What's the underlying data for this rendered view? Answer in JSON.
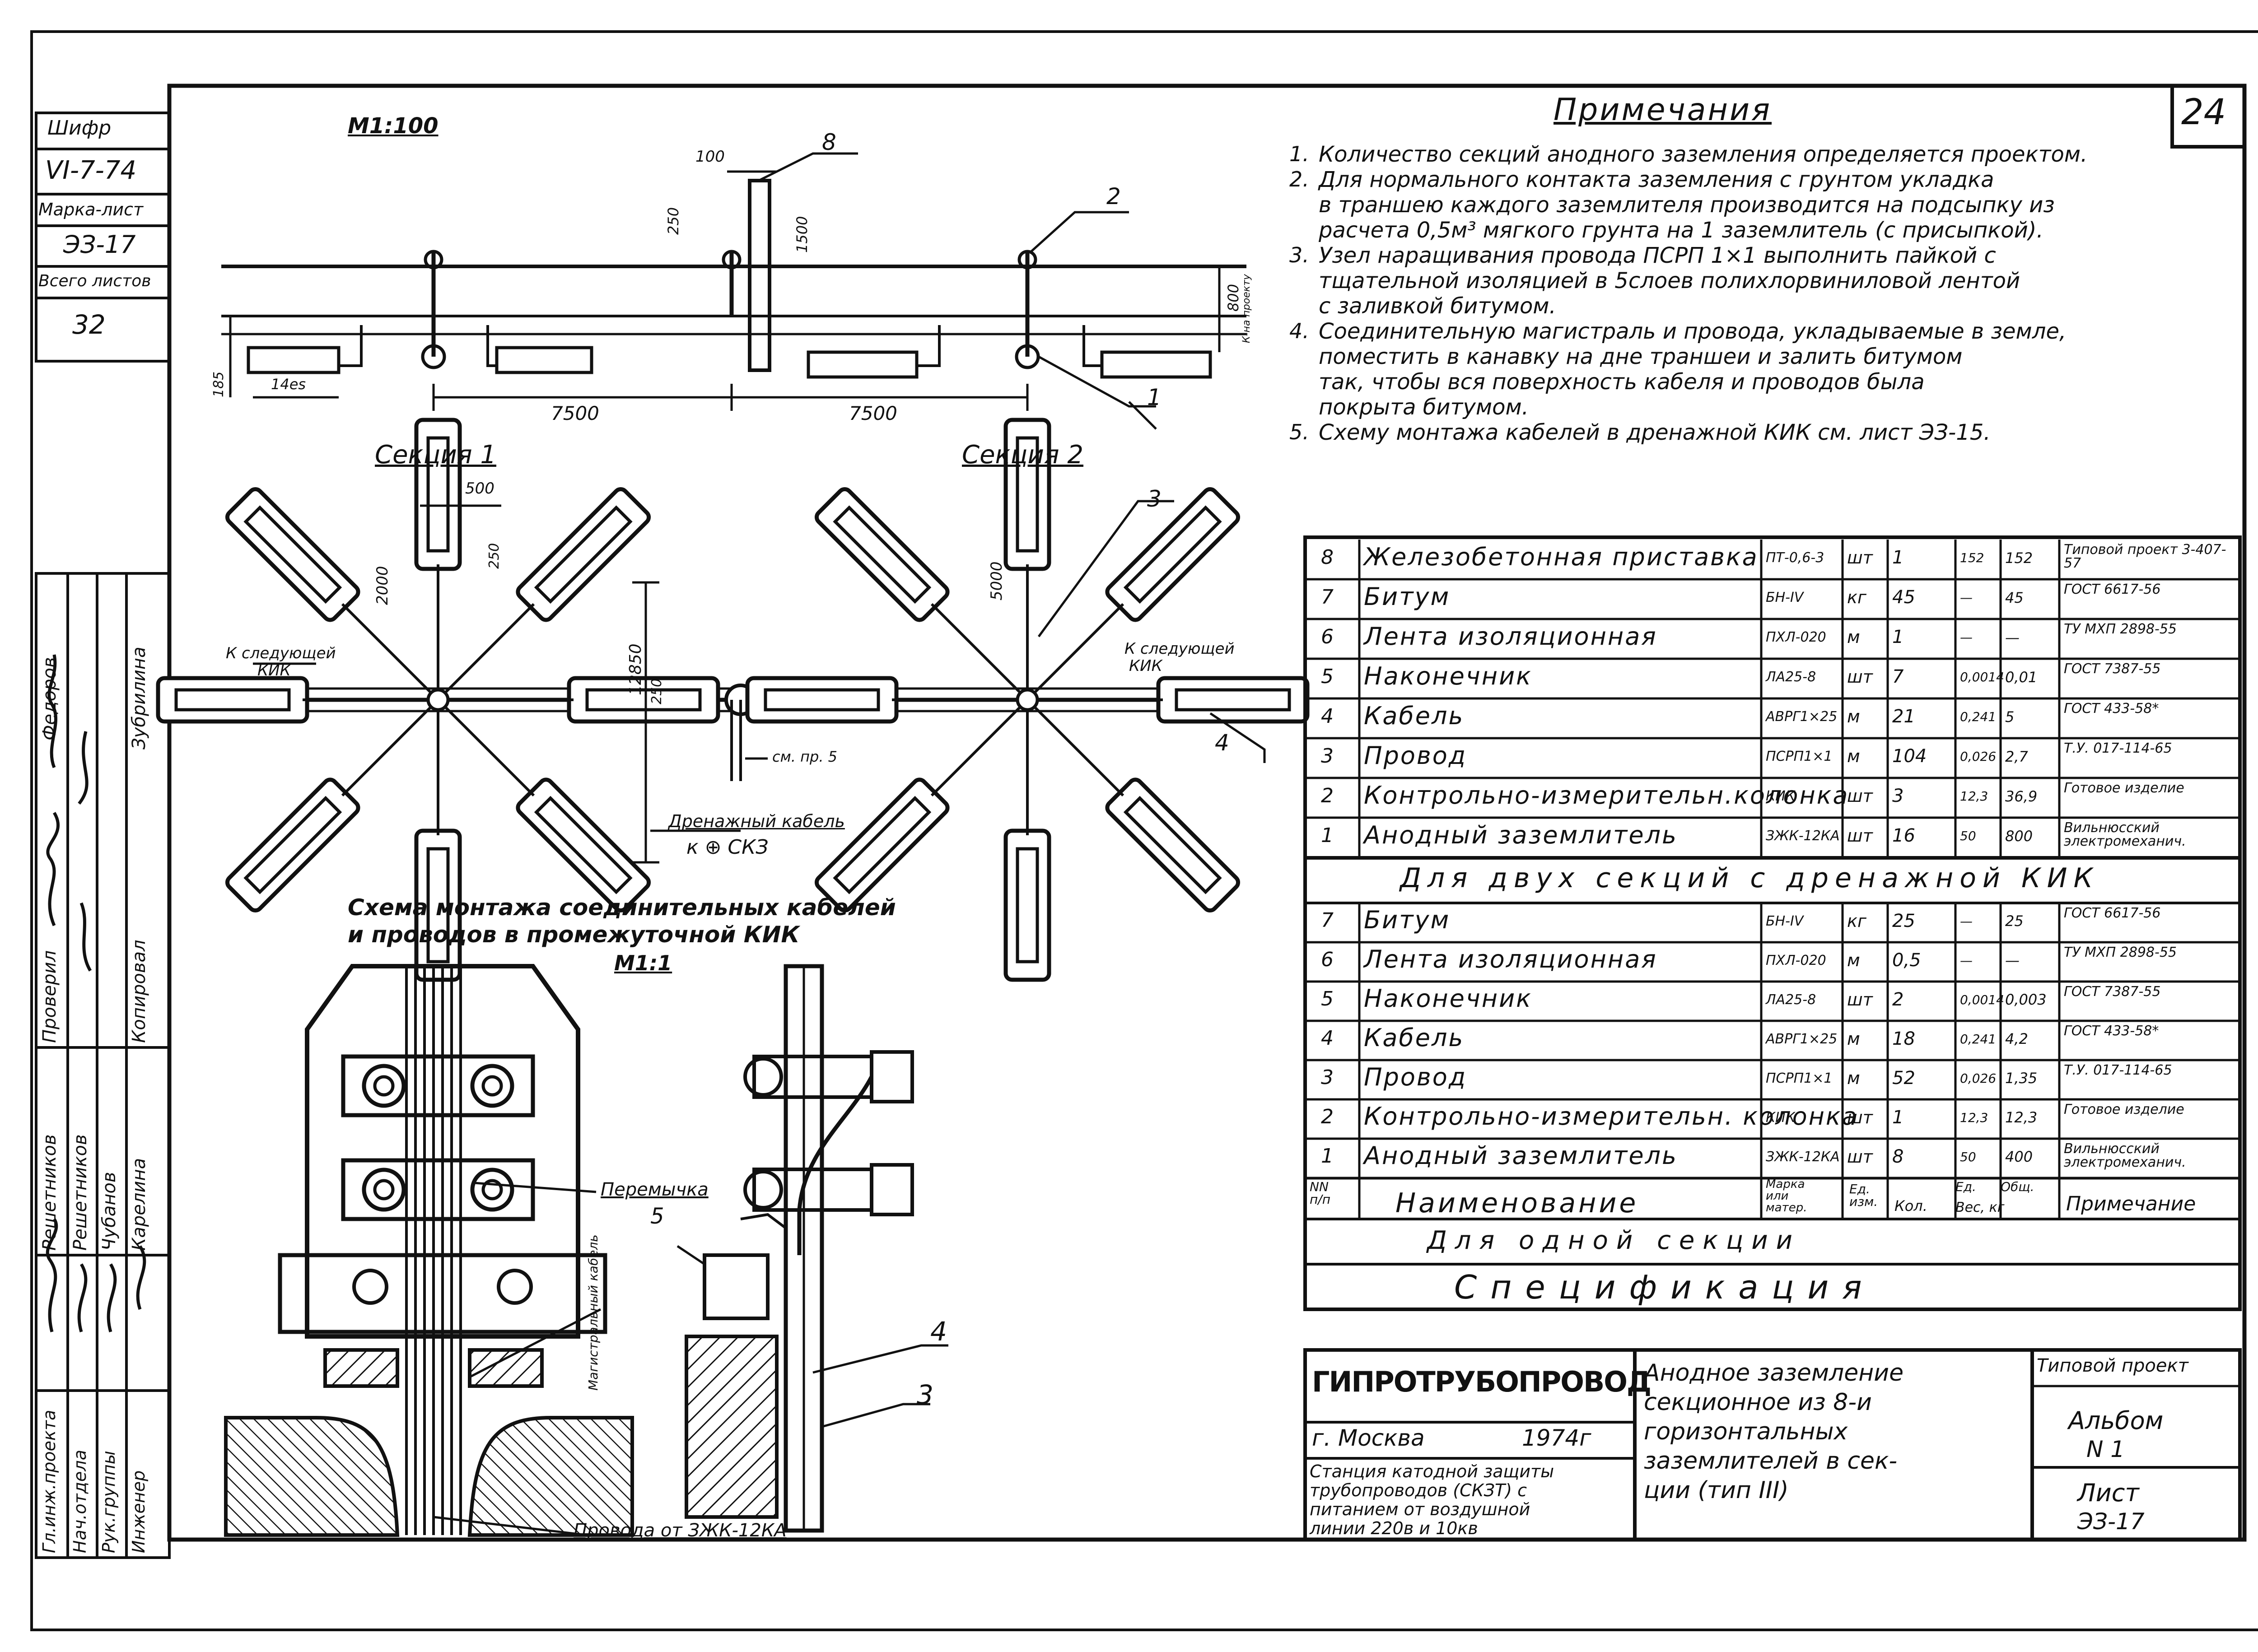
{
  "sheet_number": "24",
  "left_stamp": {
    "shifr_label": "Шифр",
    "shifr_value": "VI-7-74",
    "marka_label": "Марка-лист",
    "marka_value": "ЭЗ-17",
    "total_label": "Всего листов",
    "total_value": "32"
  },
  "signatures": {
    "roles": [
      "Гл.инж.проекта",
      "Нач.отдела",
      "Рук.группы",
      "Инженер"
    ],
    "names": [
      "Решетников",
      "Решетников",
      "Чубанов",
      "Карелина"
    ],
    "checked_role": "Проверил",
    "checked_name": "Федоров",
    "copied_role": "Копировал",
    "copied_name": "Зубрилина"
  },
  "plan": {
    "scale": "М1:100",
    "dim_100": "100",
    "dim_250": "250",
    "dim_1500": "1500",
    "dim_800": "800",
    "ground_label": "К-на проекту",
    "dim_14es": "14es",
    "dim_185": "185",
    "dim_7500_a": "7500",
    "dim_7500_b": "7500",
    "callout_8": "8",
    "callout_2": "2",
    "callout_1": "1"
  },
  "section1": {
    "title": "Секция 1",
    "dim_500": "500",
    "dim_2000": "2000",
    "dim_250": "250",
    "dim_12850": "12850",
    "dim_250b": "250",
    "next_label_1": "К следующей",
    "next_label_2": "КИК",
    "see_label": "см. пр. 5",
    "drain_1": "Дренажный кабель",
    "drain_2": "к ⊕ СКЗ"
  },
  "section2": {
    "title": "Секция 2",
    "dim_5000": "5000",
    "callout_3": "3",
    "callout_4": "4",
    "next_label_1": "К следующей",
    "next_label_2": "КИК"
  },
  "detail": {
    "title_1": "Схема монтажа соединительных кабелей",
    "title_2": "и проводов в промежуточной КИК",
    "scale": "М1:1",
    "jumper": "Перемычка",
    "main_cable": "Магистральный кабель",
    "wires": "Провода от ЗЖК-12КА",
    "callout_5": "5",
    "callout_4": "4",
    "callout_3": "3"
  },
  "notes": {
    "title": "Примечания",
    "items": [
      [
        "1.",
        "Количество секций анодного заземления определяется проектом."
      ],
      [
        "2.",
        "Для нормального контакта заземления с грунтом укладка"
      ],
      [
        "",
        "в траншею каждого заземлителя производится на подсыпку из"
      ],
      [
        "",
        "расчета 0,5м³ мягкого грунта на 1 заземлитель (с присыпкой)."
      ],
      [
        "3.",
        "Узел наращивания провода ПСРП 1×1 выполнить пайкой с"
      ],
      [
        "",
        "тщательной изоляцией в 5слоев полихлорвиниловой лентой"
      ],
      [
        "",
        "с заливкой битумом."
      ],
      [
        "4.",
        "Соединительную магистраль и провода, укладываемые в земле,"
      ],
      [
        "",
        "поместить в канавку на дне траншеи и залить битумом"
      ],
      [
        "",
        "так, чтобы вся поверхность кабеля и проводов была"
      ],
      [
        "",
        "покрыта битумом."
      ],
      [
        "5.",
        "Схему монтажа кабелей в дренажной КИК см. лист ЭЗ-15."
      ]
    ]
  },
  "spec_with_drain": [
    {
      "n": "8",
      "name": "Железобетонная приставка",
      "mark": "ПТ-0,6-3",
      "unit": "шт",
      "qty": "1",
      "w1": "152",
      "w2": "152",
      "note": "Типовой проект 3-407-57"
    },
    {
      "n": "7",
      "name": "Битум",
      "mark": "БН-IV",
      "unit": "кг",
      "qty": "45",
      "w1": "—",
      "w2": "45",
      "note": "ГОСТ 6617-56"
    },
    {
      "n": "6",
      "name": "Лента изоляционная",
      "mark": "ПХЛ-020",
      "unit": "м",
      "qty": "1",
      "w1": "—",
      "w2": "—",
      "note": "ТУ МХП 2898-55"
    },
    {
      "n": "5",
      "name": "Наконечник",
      "mark": "ЛА25-8",
      "unit": "шт",
      "qty": "7",
      "w1": "0,0014",
      "w2": "0,01",
      "note": "ГОСТ 7387-55"
    },
    {
      "n": "4",
      "name": "Кабель",
      "mark": "АВРГ1×25",
      "unit": "м",
      "qty": "21",
      "w1": "0,241",
      "w2": "5",
      "note": "ГОСТ 433-58*"
    },
    {
      "n": "3",
      "name": "Провод",
      "mark": "ПСРП1×1",
      "unit": "м",
      "qty": "104",
      "w1": "0,026",
      "w2": "2,7",
      "note": "Т.У. 017-114-65"
    },
    {
      "n": "2",
      "name": "Контрольно-измерительн.колонка",
      "mark": "КИК",
      "unit": "шт",
      "qty": "3",
      "w1": "12,3",
      "w2": "36,9",
      "note": "Готовое изделие"
    },
    {
      "n": "1",
      "name": "Анодный заземлитель",
      "mark": "ЗЖК-12КА",
      "unit": "шт",
      "qty": "16",
      "w1": "50",
      "w2": "800",
      "note": "Вильнюсский электромеханич."
    }
  ],
  "spec_two_sections_title": "Для двух секций с дренажной КИК",
  "spec_one": [
    {
      "n": "7",
      "name": "Битум",
      "mark": "БН-IV",
      "unit": "кг",
      "qty": "25",
      "w1": "—",
      "w2": "25",
      "note": "ГОСТ 6617-56"
    },
    {
      "n": "6",
      "name": "Лента изоляционная",
      "mark": "ПХЛ-020",
      "unit": "м",
      "qty": "0,5",
      "w1": "—",
      "w2": "—",
      "note": "ТУ МХП 2898-55"
    },
    {
      "n": "5",
      "name": "Наконечник",
      "mark": "ЛА25-8",
      "unit": "шт",
      "qty": "2",
      "w1": "0,0014",
      "w2": "0,003",
      "note": "ГОСТ 7387-55"
    },
    {
      "n": "4",
      "name": "Кабель",
      "mark": "АВРГ1×25",
      "unit": "м",
      "qty": "18",
      "w1": "0,241",
      "w2": "4,2",
      "note": "ГОСТ 433-58*"
    },
    {
      "n": "3",
      "name": "Провод",
      "mark": "ПСРП1×1",
      "unit": "м",
      "qty": "52",
      "w1": "0,026",
      "w2": "1,35",
      "note": "Т.У. 017-114-65"
    },
    {
      "n": "2",
      "name": "Контрольно-измерительн. колонка",
      "mark": "КИК",
      "unit": "шт",
      "qty": "1",
      "w1": "12,3",
      "w2": "12,3",
      "note": "Готовое изделие"
    },
    {
      "n": "1",
      "name": "Анодный заземлитель",
      "mark": "ЗЖК-12КА",
      "unit": "шт",
      "qty": "8",
      "w1": "50",
      "w2": "400",
      "note": "Вильнюсский электромеханич."
    }
  ],
  "spec_header": {
    "n": "NN п/п",
    "name": "Наименование",
    "mark": "Марка или матер.",
    "unit": "Ед. изм.",
    "qty": "Кол.",
    "w1": "Ед.",
    "w2": "Общ.",
    "weight": "Вес, кг",
    "note": "Примечание"
  },
  "spec_one_title": "Для одной секции",
  "spec_title": "Спецификация",
  "title_block": {
    "org": "ГИПРОТРУБОПРОВОД",
    "city": "г. Москва",
    "year": "1974г",
    "desc_1": "Станция катодной защиты",
    "desc_2": "трубопроводов (СКЗТ) с",
    "desc_3": "питанием от воздушной",
    "desc_4": "линии 220в и 10кв",
    "name_1": "Анодное заземление",
    "name_2": "секционное из 8-и",
    "name_3": "горизонтальных",
    "name_4": "заземлителей в сек-",
    "name_5": "ции (тип III)",
    "typical": "Типовой проект",
    "album": "Альбом",
    "album_n": "N 1",
    "sheet": "Лист",
    "sheet_n": "ЭЗ-17"
  }
}
